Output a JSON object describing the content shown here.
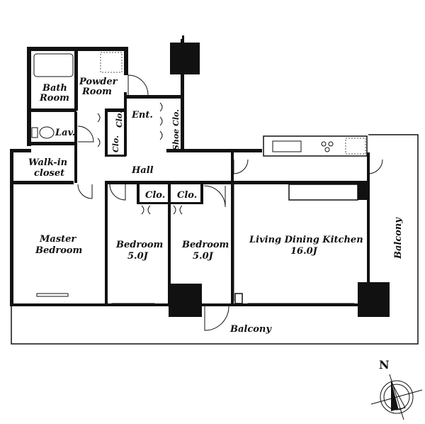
{
  "rooms": {
    "bath": [
      "Bath",
      "Room"
    ],
    "powder": [
      "Powder",
      "Room"
    ],
    "entrance": "Ent.",
    "shoe_closet": "Shoe Clo.",
    "closet": "Clo.",
    "lavatory": "Lav.",
    "walk_in": [
      "Walk-in",
      "closet"
    ],
    "hall": "Hall",
    "master": [
      "Master",
      "Bedroom"
    ],
    "bedroom1": [
      "Bedroom",
      "5.0J"
    ],
    "bedroom2": [
      "Bedroom",
      "5.0J"
    ],
    "ldk": [
      "Living Dining Kitchen",
      "16.0J"
    ],
    "balcony_bottom": "Balcony",
    "balcony_right": "Balcony"
  },
  "compass": {
    "north_label": "N"
  }
}
